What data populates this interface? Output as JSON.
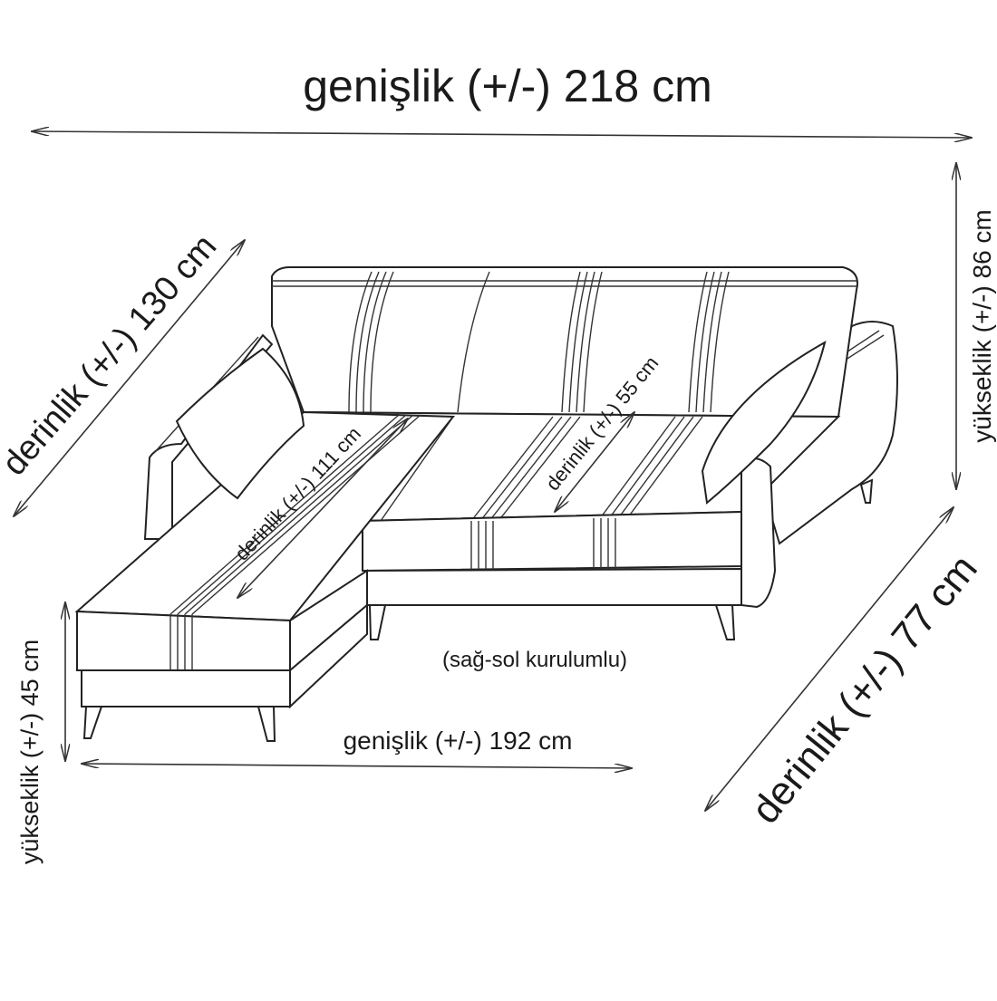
{
  "diagram": {
    "width_total": "genişlik (+/-) 218 cm",
    "depth_total": "derinlik (+/-) 130 cm",
    "height_total": "yükseklik (+/-) 86 cm",
    "depth_seat_right": "derinlik (+/-) 77 cm",
    "depth_chaise": "derinlik (+/-) 111 cm",
    "depth_seat": "derinlik (+/-) 55 cm",
    "height_seat": "yükseklik (+/-) 45 cm",
    "width_seat": "genişlik (+/-) 192 cm",
    "note": "(sağ-sol kurulumlu)"
  },
  "colors": {
    "line": "#222222",
    "background": "#ffffff"
  }
}
